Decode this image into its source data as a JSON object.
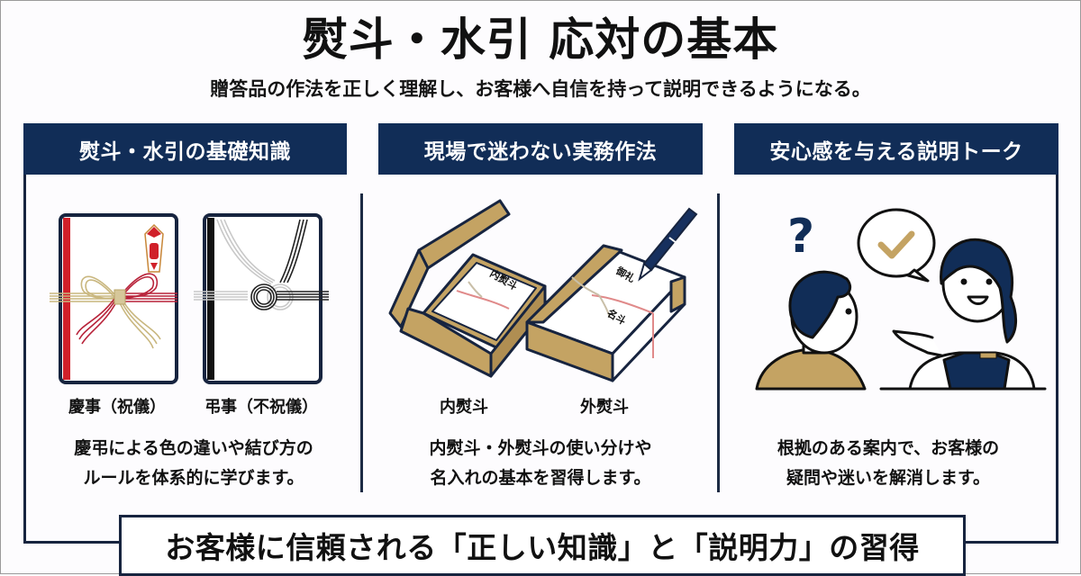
{
  "header": {
    "title": "熨斗・水引 応対の基本",
    "subtitle": "贈答品の作法を正しく理解し、お客様へ自信を持って説明できるようになる。"
  },
  "columns": [
    {
      "heading": "熨斗・水引の基礎知識",
      "illustration": "envelope-pair-icon",
      "labels": [
        "慶事（祝儀）",
        "弔事（不祝儀）"
      ],
      "description_lines": [
        "慶弔による色の違いや結び方の",
        "ルールを体系的に学びます。"
      ]
    },
    {
      "heading": "現場で迷わない実務作法",
      "illustration": "gift-box-pair-icon",
      "labels": [
        "内熨斗",
        "外熨斗"
      ],
      "box_text": {
        "inner": "内熨斗",
        "outer_top": "御礼",
        "outer_bottom": "名斗"
      },
      "description_lines": [
        "内熨斗・外熨斗の使い分けや",
        "名入れの基本を習得します。"
      ]
    },
    {
      "heading": "安心感を与える説明トーク",
      "illustration": "customer-staff-conversation-icon",
      "description_lines": [
        "根拠のある案内で、お客様の",
        "疑問や迷いを解消します。"
      ]
    }
  ],
  "banner": {
    "text": "お客様に信頼される「正しい知識」と「説明力」の習得"
  },
  "colors": {
    "navy": "#112d57",
    "frame": "#17243f",
    "red": "#d0202a",
    "gold": "#b8935a",
    "cardboard": "#c4a363"
  }
}
